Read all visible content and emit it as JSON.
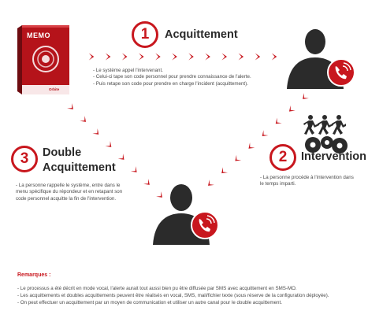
{
  "product": {
    "name": "MEMO",
    "side_label": "ORBITE",
    "footer": "Orbite"
  },
  "steps": [
    {
      "number": "1",
      "title": "Acquittement",
      "lines": [
        "- Le système appel l'intervenant.",
        "- Celui-ci tape son code personnel pour prendre connaissance de l'alerte.",
        "- Puis retape son code pour prendre en charge l'incident (acquittement)."
      ]
    },
    {
      "number": "2",
      "title": "Intervention",
      "lines": [
        "- La personne procède à l'intervention dans",
        "  le temps imparti."
      ]
    },
    {
      "number": "3",
      "title_line1": "Double",
      "title_line2": "Acquittement",
      "lines": [
        "- La personne rappelle le système, entre dans le",
        "  menu spécifique du répondeur et en retapant son",
        "  code personnel acquitte la fin de l'intervention."
      ]
    }
  ],
  "remarks": {
    "title": "Remarques :",
    "lines": [
      "- Le processus a été décrit en mode vocal, l'alerte aurait tout aussi bien pu être diffusée par SMS avec acquittement en SMS-MO.",
      "- Les acquittements et doubles acquittements peuvent être réalisés en vocal, SMS, mail/fichier texte (sous réserve de la configuration déployée).",
      "- On peut effectuer un acquittement par un moyen de communication et utiliser un autre canal pour le double acquittement."
    ]
  },
  "colors": {
    "accent": "#c8171e",
    "silhouette": "#2b2b2b",
    "text": "#4a4a4a"
  },
  "icons": [
    "phone-icon",
    "person-icon",
    "gears-icon",
    "runners-icon",
    "arrow-chevron-icon"
  ]
}
